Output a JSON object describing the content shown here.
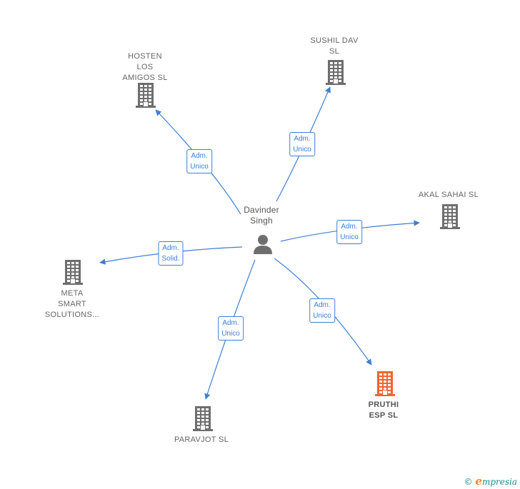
{
  "colors": {
    "edge": "#3d7fd6",
    "company": "#6e6e6e",
    "highlight": "#f26430",
    "person": "#6e6e6e"
  },
  "center": {
    "name": "Davinder\nSingh",
    "icon": "person-icon"
  },
  "nodes": [
    {
      "id": "hosten",
      "label": "HOSTEN\nLOS\nAMIGOS SL",
      "icon": "building-icon",
      "highlight": false
    },
    {
      "id": "sushil",
      "label": "SUSHIL DAV\nSL",
      "icon": "building-icon",
      "highlight": false
    },
    {
      "id": "akal",
      "label": "AKAL SAHAI SL",
      "icon": "building-icon",
      "highlight": false
    },
    {
      "id": "meta",
      "label": "META\nSMART\nSOLUTIONS...",
      "icon": "building-icon",
      "highlight": false
    },
    {
      "id": "pruthi",
      "label": "PRUTHI\nESP  SL",
      "icon": "building-icon",
      "highlight": true
    },
    {
      "id": "paravjot",
      "label": "PARAVJOT  SL",
      "icon": "building-icon",
      "highlight": false
    }
  ],
  "edges": [
    {
      "to": "hosten",
      "label": "Adm.\nUnico"
    },
    {
      "to": "sushil",
      "label": "Adm.\nUnico"
    },
    {
      "to": "akal",
      "label": "Adm.\nUnico"
    },
    {
      "to": "meta",
      "label": "Adm.\nSolid."
    },
    {
      "to": "pruthi",
      "label": "Adm.\nUnico"
    },
    {
      "to": "paravjot",
      "label": "Adm.\nUnico"
    }
  ],
  "copyright": {
    "symbol": "©",
    "brand_initial": "e",
    "brand_rest": "mpresia"
  }
}
